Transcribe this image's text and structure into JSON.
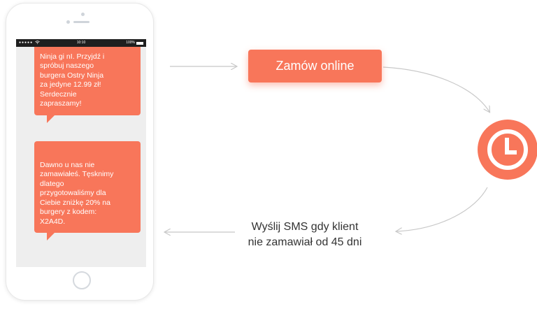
{
  "phone": {
    "status_bar": {
      "signal": "●●●●● ",
      "time": "10:10",
      "battery": "100%"
    },
    "messages": [
      {
        "text": "Ninja gi nI. Przyjdź i\nspróbuj naszego\nburgera Ostry Ninja\nza jedyne 12.99 zł!\nSerdecznie\nzapraszamy!"
      },
      {
        "text": "Dawno u nas nie\nzamawiałeś. Tęsknimy\ndlatego\nprzygotowaliśmy dla\nCiebie zniżkę 20% na\nburgery z kodem:\nX2A4D."
      }
    ]
  },
  "order_button": {
    "label": "Zamów online"
  },
  "caption": {
    "line1": "Wyślij SMS gdy klient",
    "line2": "nie zamawiał od 45 dni"
  },
  "colors": {
    "accent": "#f8765a",
    "arrow": "#c8c8c8",
    "text": "#333333"
  },
  "icons": {
    "clock": "clock-icon",
    "wifi": "wifi-icon",
    "battery": "battery-icon"
  }
}
